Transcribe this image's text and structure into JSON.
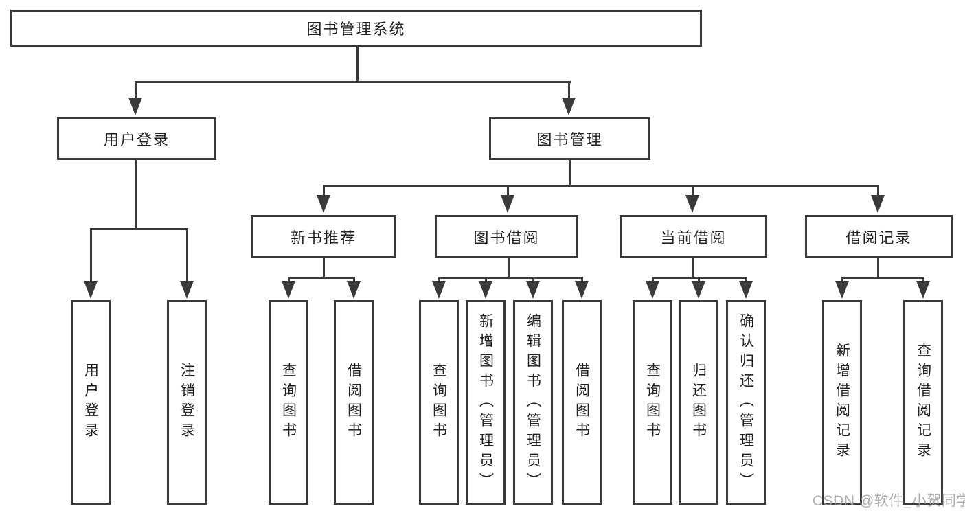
{
  "diagram": {
    "type": "hierarchy-tree",
    "orientation": "top-down"
  },
  "colors": {
    "line": "#3a3a3a",
    "text": "#222222",
    "background": "#ffffff",
    "watermark": "#9e9e9e"
  },
  "watermark": {
    "text": "CSDN @软件_小贺同学"
  },
  "hierarchy": {
    "label": "图书管理系统",
    "children": [
      {
        "label": "用户登录",
        "children": [
          {
            "label": "用户登录"
          },
          {
            "label": "注销登录"
          }
        ]
      },
      {
        "label": "图书管理",
        "children": [
          {
            "label": "新书推荐",
            "children": [
              {
                "label": "查询图书"
              },
              {
                "label": "借阅图书"
              }
            ]
          },
          {
            "label": "图书借阅",
            "children": [
              {
                "label": "查询图书"
              },
              {
                "label": "新增图书（管理员）"
              },
              {
                "label": "编辑图书（管理员）"
              },
              {
                "label": "借阅图书"
              }
            ]
          },
          {
            "label": "当前借阅",
            "children": [
              {
                "label": "查询图书"
              },
              {
                "label": "归还图书"
              },
              {
                "label": "确认归还（管理员）"
              }
            ]
          },
          {
            "label": "借阅记录",
            "children": [
              {
                "label": "新增借阅记录"
              },
              {
                "label": "查询借阅记录"
              }
            ]
          }
        ]
      }
    ]
  }
}
